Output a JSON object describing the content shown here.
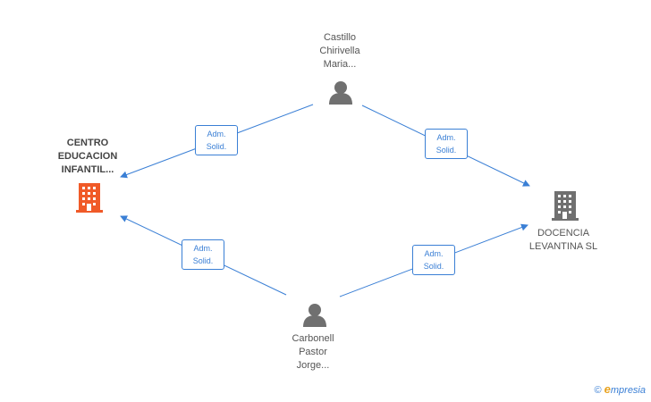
{
  "nodes": {
    "person_top": {
      "label": "Castillo\nChirivella\nMaria..."
    },
    "person_bottom": {
      "label": "Carbonell\nPastor\nJorge..."
    },
    "company_left": {
      "label": "CENTRO\nEDUCACION\nINFANTIL..."
    },
    "company_right": {
      "label": "DOCENCIA\nLEVANTINA  SL"
    }
  },
  "edges": [
    {
      "from": "person_top",
      "to": "company_left",
      "label": "Adm.\nSolid."
    },
    {
      "from": "person_top",
      "to": "company_right",
      "label": "Adm.\nSolid."
    },
    {
      "from": "person_bottom",
      "to": "company_left",
      "label": "Adm.\nSolid."
    },
    {
      "from": "person_bottom",
      "to": "company_right",
      "label": "Adm.\nSolid."
    }
  ],
  "colors": {
    "edge": "#3a7fd5",
    "person_icon": "#707070",
    "company_highlight": "#f05a28",
    "company_default": "#707070"
  },
  "icons": {
    "person": "person-icon",
    "company": "building-icon"
  },
  "brand": {
    "copyright": "©",
    "first": "e",
    "rest": "mpresia"
  }
}
